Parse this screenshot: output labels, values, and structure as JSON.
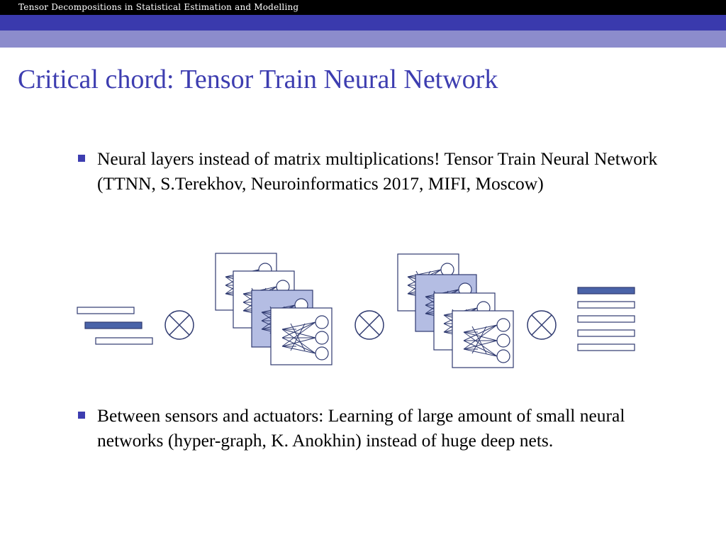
{
  "header": {
    "title": "Tensor Decompositions in Statistical Estimation and Modelling"
  },
  "slide": {
    "title": "Critical chord: Tensor Train Neural Network",
    "bullets": [
      "Neural layers instead of matrix multiplications! Tensor Train Neural Network (TTNN, S.Terekhov, Neuroinformatics 2017, MIFI, Moscow)",
      "Between sensors and actuators: Learning of large amount of small neural networks (hyper-graph, K. Anokhin) instead of huge deep nets."
    ]
  },
  "colors": {
    "accent": "#3d3db0",
    "header_bg": "#000000",
    "band_dark": "#3a3aad",
    "band_light": "#8c8ccc",
    "bar_fill": "#4a63a8",
    "card_highlight": "#b4bde3",
    "stroke": "#2f3a70"
  },
  "diagram": {
    "operator_symbol": "tensor-product-icon",
    "operator_count": 3,
    "card_stacks": 2,
    "cards_per_stack": 4
  }
}
